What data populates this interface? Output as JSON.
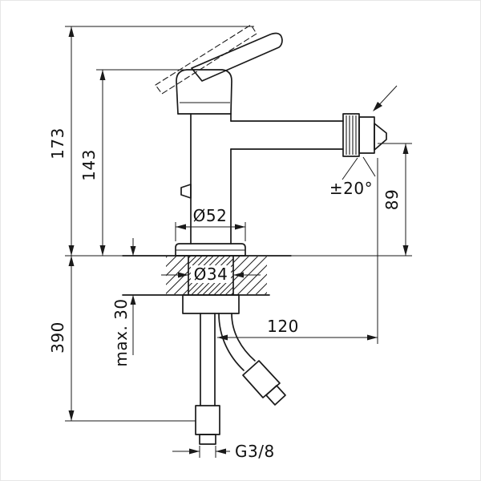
{
  "diagram": {
    "dimensions": {
      "overall_height": "173",
      "body_height": "143",
      "below_deck_length": "390",
      "max_deck_thickness": "max. 30",
      "base_diameter": "Ø52",
      "shank_diameter": "Ø34",
      "swivel_angle": "±20°",
      "outlet_height": "89",
      "spout_reach": "120",
      "connection_thread": "G3/8"
    }
  }
}
